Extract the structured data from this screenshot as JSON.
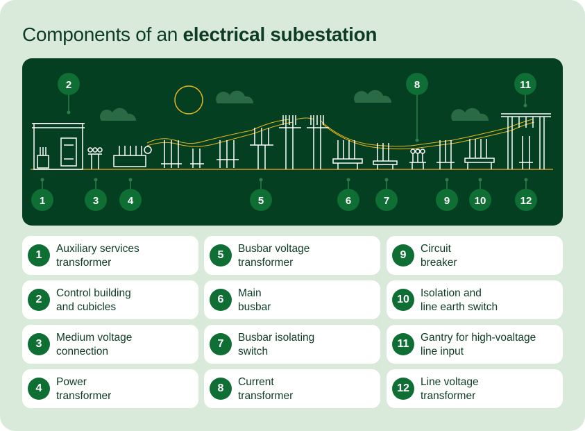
{
  "title": {
    "regular": "Components of an",
    "bold": "electrical subestation"
  },
  "colors": {
    "card_bg": "#d9eadb",
    "panel_bg": "#043f22",
    "badge": "#0f6e33",
    "wires": "#e8b923",
    "structures": "#ffffff",
    "ground": "#c99a2e"
  },
  "diagram": {
    "top_markers": [
      "2",
      "8",
      "11"
    ],
    "bottom_markers": [
      "1",
      "3",
      "4",
      "5",
      "6",
      "7",
      "9",
      "10",
      "12"
    ]
  },
  "legend": [
    {
      "num": "1",
      "line1": "Auxiliary services",
      "line2": "transformer"
    },
    {
      "num": "2",
      "line1": "Control building",
      "line2": "and cubicles"
    },
    {
      "num": "3",
      "line1": "Medium voltage",
      "line2": "connection"
    },
    {
      "num": "4",
      "line1": "Power",
      "line2": "transformer"
    },
    {
      "num": "5",
      "line1": "Busbar voltage",
      "line2": "transformer"
    },
    {
      "num": "6",
      "line1": "Main",
      "line2": "busbar"
    },
    {
      "num": "7",
      "line1": "Busbar isolating",
      "line2": "switch"
    },
    {
      "num": "8",
      "line1": "Current",
      "line2": "transformer"
    },
    {
      "num": "9",
      "line1": "Circuit",
      "line2": "breaker"
    },
    {
      "num": "10",
      "line1": "Isolation and",
      "line2": "line earth switch"
    },
    {
      "num": "11",
      "line1": "Gantry for high-voaltage",
      "line2": "line input"
    },
    {
      "num": "12",
      "line1": "Line voltage",
      "line2": "transformer"
    }
  ]
}
